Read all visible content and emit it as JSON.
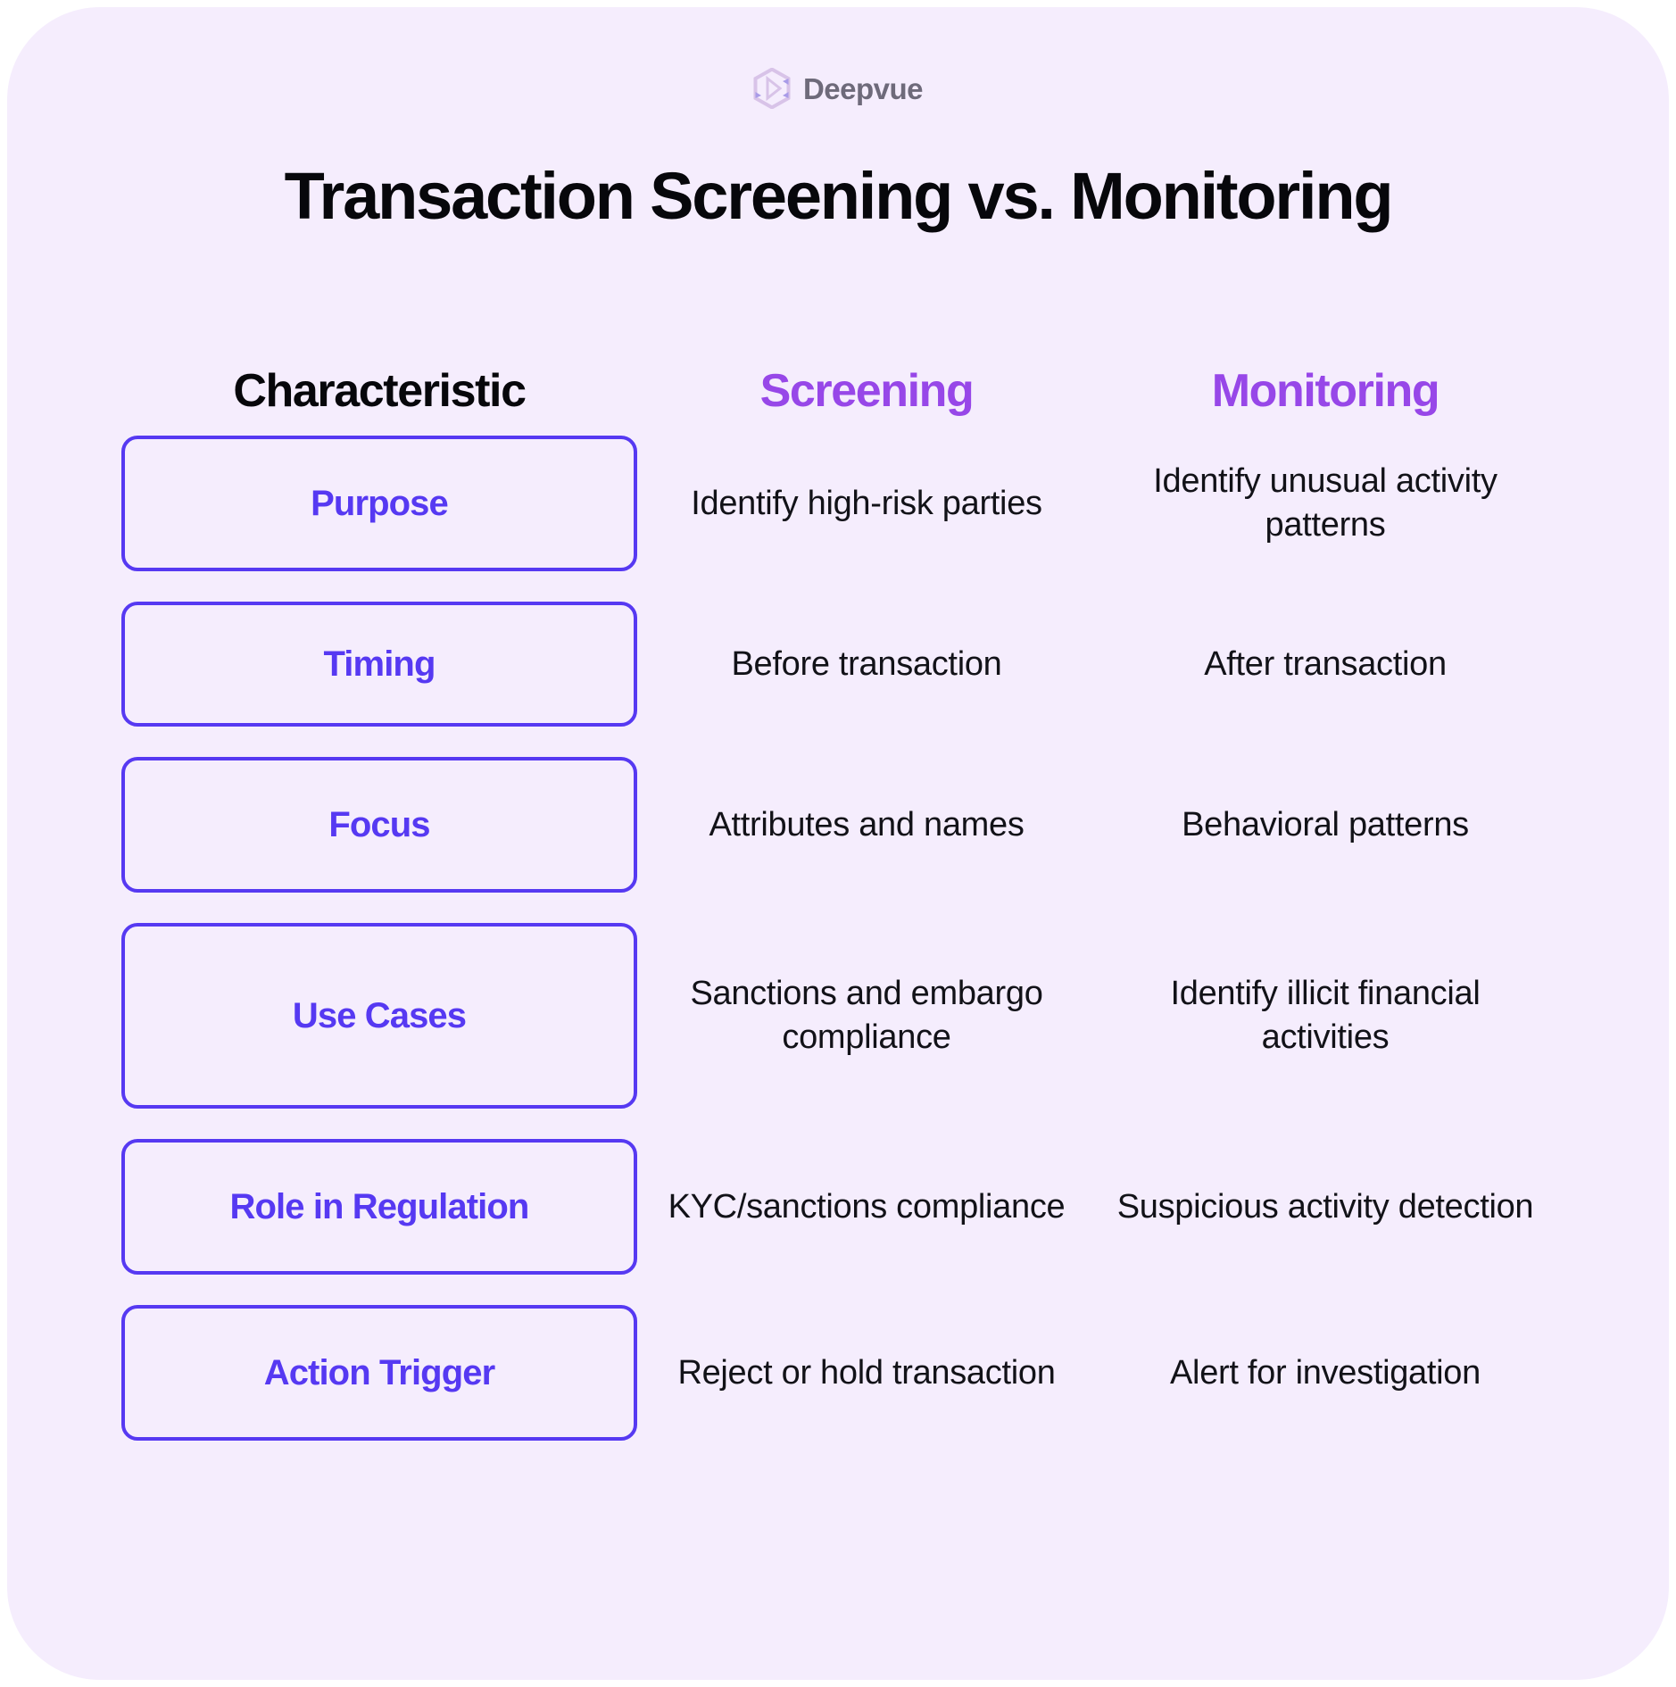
{
  "brand": {
    "name": "Deepvue",
    "logo_icon": "deepvue-hexagon-logo",
    "logo_color": "#D8C3E8",
    "name_color": "#6E6A7A"
  },
  "title": "Transaction Screening vs. Monitoring",
  "colors": {
    "card_background": "#F5EDFD",
    "box_border": "#5639F2",
    "characteristic_label": "#5639F2",
    "column_header_purple": "#9747E8",
    "heading_black": "#07070B",
    "body_text": "#121218"
  },
  "table": {
    "headers": {
      "characteristic": "Characteristic",
      "screening": "Screening",
      "monitoring": "Monitoring"
    },
    "rows": [
      {
        "characteristic": "Purpose",
        "screening": "Identify high-risk parties",
        "monitoring": "Identify unusual activity patterns"
      },
      {
        "characteristic": "Timing",
        "screening": "Before transaction",
        "monitoring": "After transaction"
      },
      {
        "characteristic": "Focus",
        "screening": "Attributes and names",
        "monitoring": "Behavioral patterns"
      },
      {
        "characteristic": "Use Cases",
        "screening": "Sanctions and embargo compliance",
        "monitoring": "Identify illicit financial activities"
      },
      {
        "characteristic": "Role in Regulation",
        "screening": "KYC/sanctions compliance",
        "monitoring": "Suspicious activity detection"
      },
      {
        "characteristic": "Action Trigger",
        "screening": "Reject or hold transaction",
        "monitoring": "Alert for investigation"
      }
    ]
  }
}
